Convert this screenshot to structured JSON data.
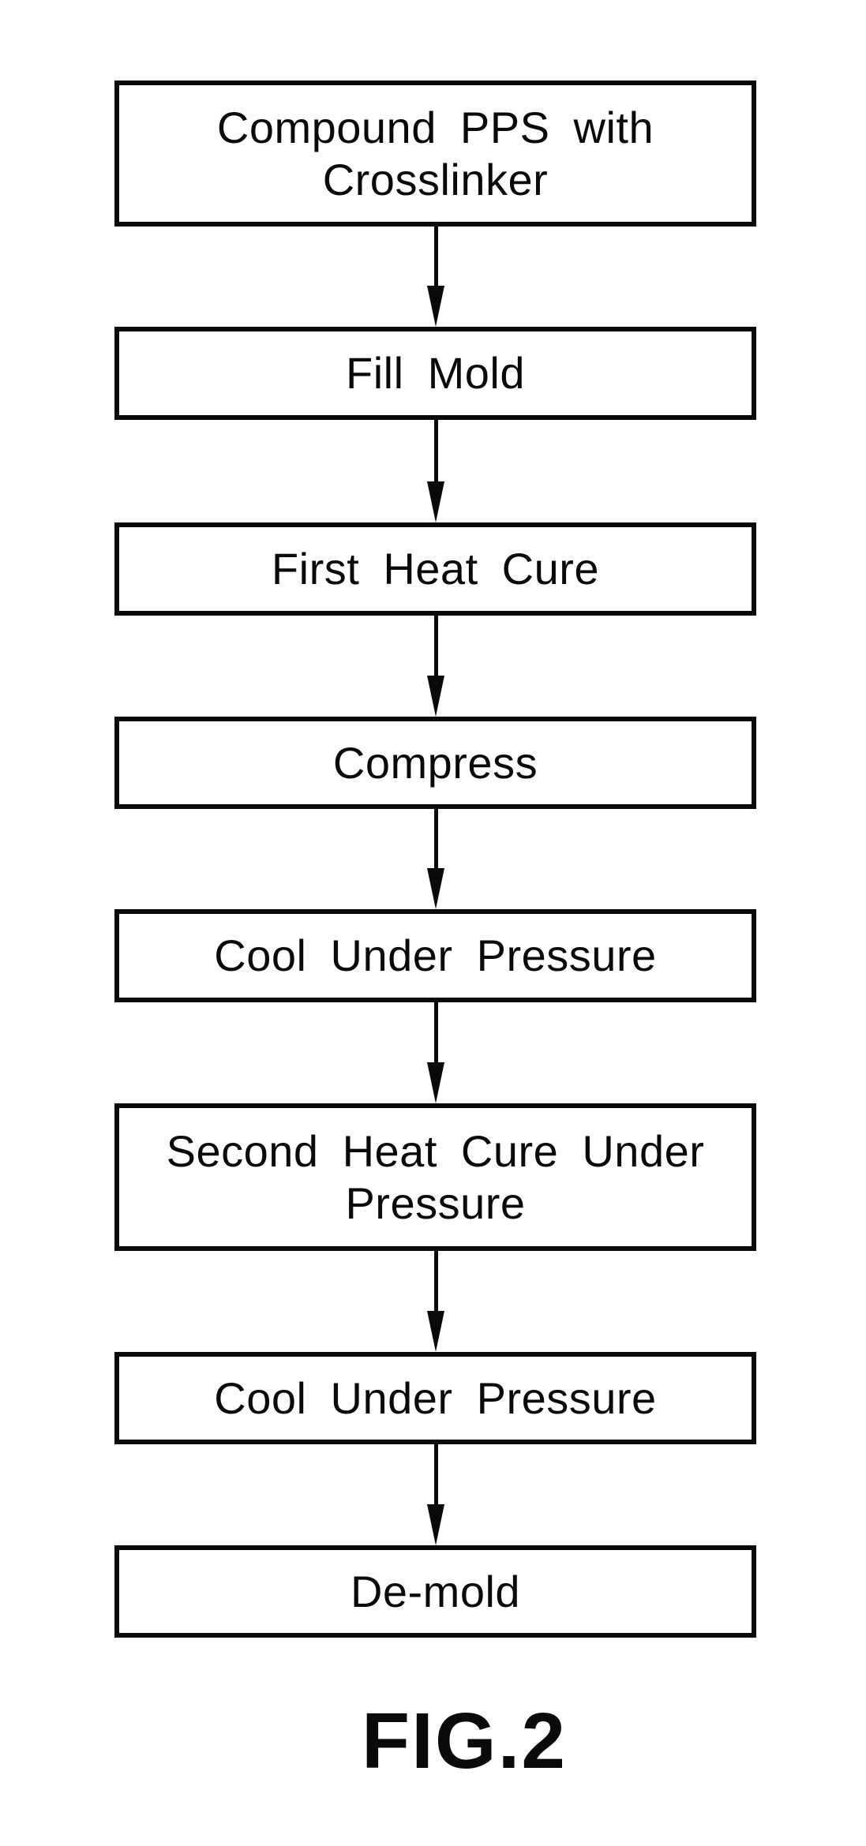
{
  "figure_caption": "FIG.2",
  "flowchart": {
    "type": "vertical-process-flow",
    "direction": "top-to-bottom",
    "steps": [
      {
        "lines": [
          "Compound PPS with",
          "Crosslinker"
        ]
      },
      {
        "lines": [
          "Fill Mold"
        ]
      },
      {
        "lines": [
          "First Heat Cure"
        ]
      },
      {
        "lines": [
          "Compress"
        ]
      },
      {
        "lines": [
          "Cool Under Pressure"
        ]
      },
      {
        "lines": [
          "Second Heat Cure Under",
          "Pressure"
        ]
      },
      {
        "lines": [
          "Cool Under Pressure"
        ]
      },
      {
        "lines": [
          "De-mold"
        ]
      }
    ],
    "connector_count": 7
  },
  "colors": {
    "ink": "#0a0a0a",
    "background": "#ffffff"
  }
}
